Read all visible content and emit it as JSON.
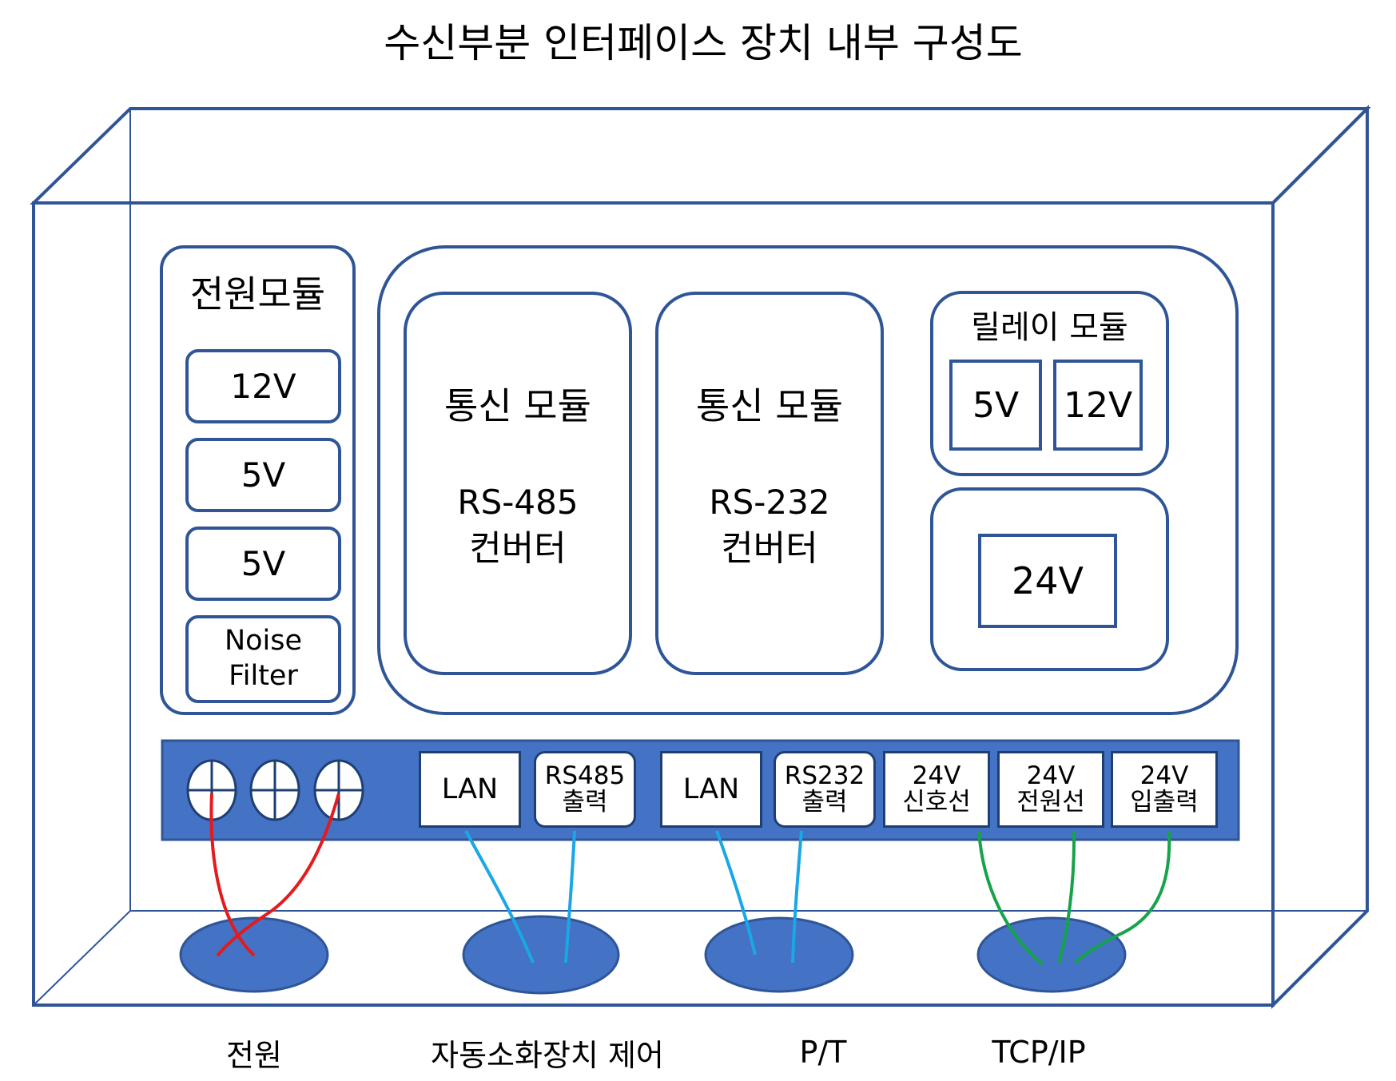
{
  "title": "수신부분 인터페이스 장치 내부 구성도",
  "power_module": {
    "title": "전원모듈",
    "items": [
      "12V",
      "5V",
      "5V",
      "Noise Filter"
    ]
  },
  "comm_modules": [
    {
      "title": "통신 모듈",
      "line1": "RS-485",
      "line2": "컨버터"
    },
    {
      "title": "통신 모듈",
      "line1": "RS-232",
      "line2": "컨버터"
    }
  ],
  "relay_module": {
    "title": "릴레이 모듈",
    "items": [
      "5V",
      "12V"
    ],
    "extra": "24V"
  },
  "terminal_bar": {
    "ports": [
      {
        "line1": "LAN",
        "line2": ""
      },
      {
        "line1": "RS485",
        "line2": "출력"
      },
      {
        "line1": "LAN",
        "line2": ""
      },
      {
        "line1": "RS232",
        "line2": "출력"
      },
      {
        "line1": "24V",
        "line2": "신호선"
      },
      {
        "line1": "24V",
        "line2": "전원선"
      },
      {
        "line1": "24V",
        "line2": "입출력"
      }
    ]
  },
  "cable_labels": [
    "전원",
    "자동소화장치 제어",
    "P/T",
    "TCP/IP"
  ],
  "colors": {
    "outline": "#2f5597",
    "fill_dark": "#4472c4",
    "wire_power": "#e41a1c",
    "wire_comm": "#1aa7e6",
    "wire_tcp": "#17a34a"
  }
}
